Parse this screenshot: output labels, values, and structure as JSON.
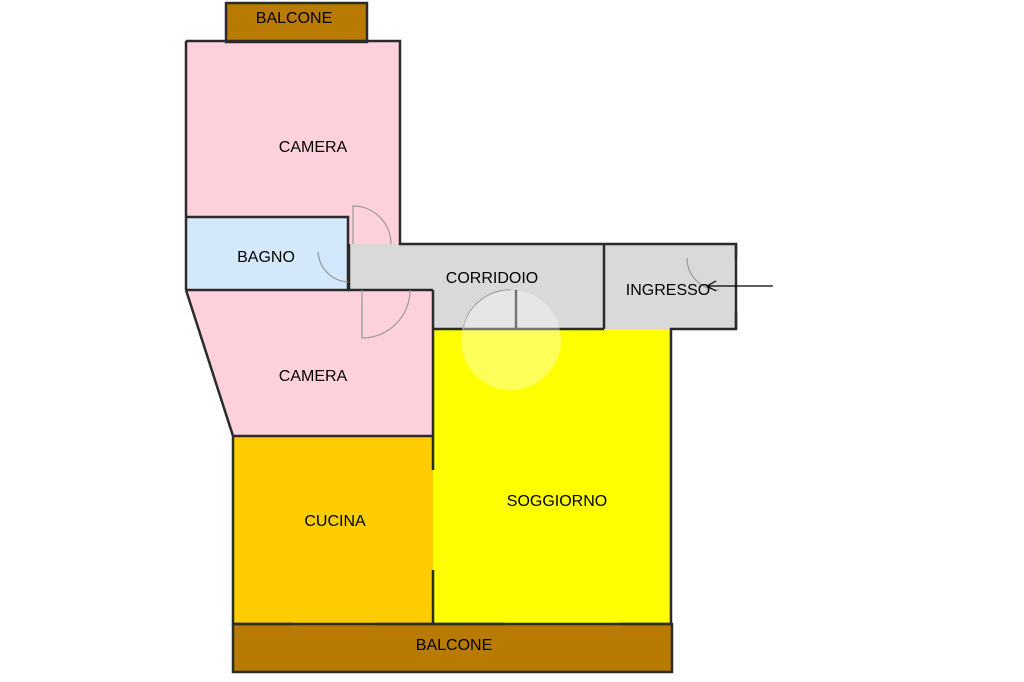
{
  "colors": {
    "camera": "#ffd1dc",
    "bagno": "#d3e8fa",
    "corridoio": "#d9d9d9",
    "ingresso": "#d9d9d9",
    "cucina": "#ffcc00",
    "soggiorno": "#ffff00",
    "balcone": "#b87a00"
  },
  "rooms": {
    "balcone_top": "BALCONE",
    "camera_top": "CAMERA",
    "bagno": "BAGNO",
    "corridoio": "CORRIDOIO",
    "ingresso": "INGRESSO",
    "camera_mid": "CAMERA",
    "cucina": "CUCINA",
    "soggiorno": "SOGGIORNO",
    "balcone_bottom": "BALCONE"
  }
}
